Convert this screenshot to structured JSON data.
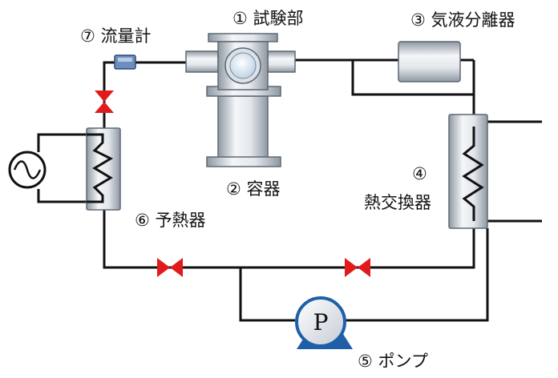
{
  "labels": {
    "test_section": "① 試験部",
    "gas_liquid_separator": "③ 気液分離器",
    "flow_meter": "⑦ 流量計",
    "vessel": "② 容器",
    "heat_exchanger_num": "④",
    "heat_exchanger": "熱交換器",
    "preheater": "⑥ 予熱器",
    "pump": "⑤ ポンプ",
    "pump_symbol": "P"
  },
  "colors": {
    "pipe": "#111111",
    "valve": "#e11b1b",
    "pump_base": "#1f5fa8",
    "metal_light": "#f1f3f5",
    "metal_dark": "#9aa3ad",
    "flow_meter": "#6d8fbf"
  },
  "components": [
    {
      "name": "test-section",
      "icon": "cross-chamber-with-window"
    },
    {
      "name": "vessel",
      "icon": "cylinder"
    },
    {
      "name": "gas-liquid-separator",
      "icon": "cylinder"
    },
    {
      "name": "heat-exchanger",
      "icon": "coil-in-shell"
    },
    {
      "name": "preheater",
      "icon": "coil-in-shell"
    },
    {
      "name": "ac-power-source",
      "icon": "sine-circle"
    },
    {
      "name": "pump",
      "icon": "pump-circle"
    },
    {
      "name": "flow-meter",
      "icon": "inline-sensor"
    },
    {
      "name": "valves",
      "icon": "bowtie-valve",
      "count": 3
    }
  ]
}
